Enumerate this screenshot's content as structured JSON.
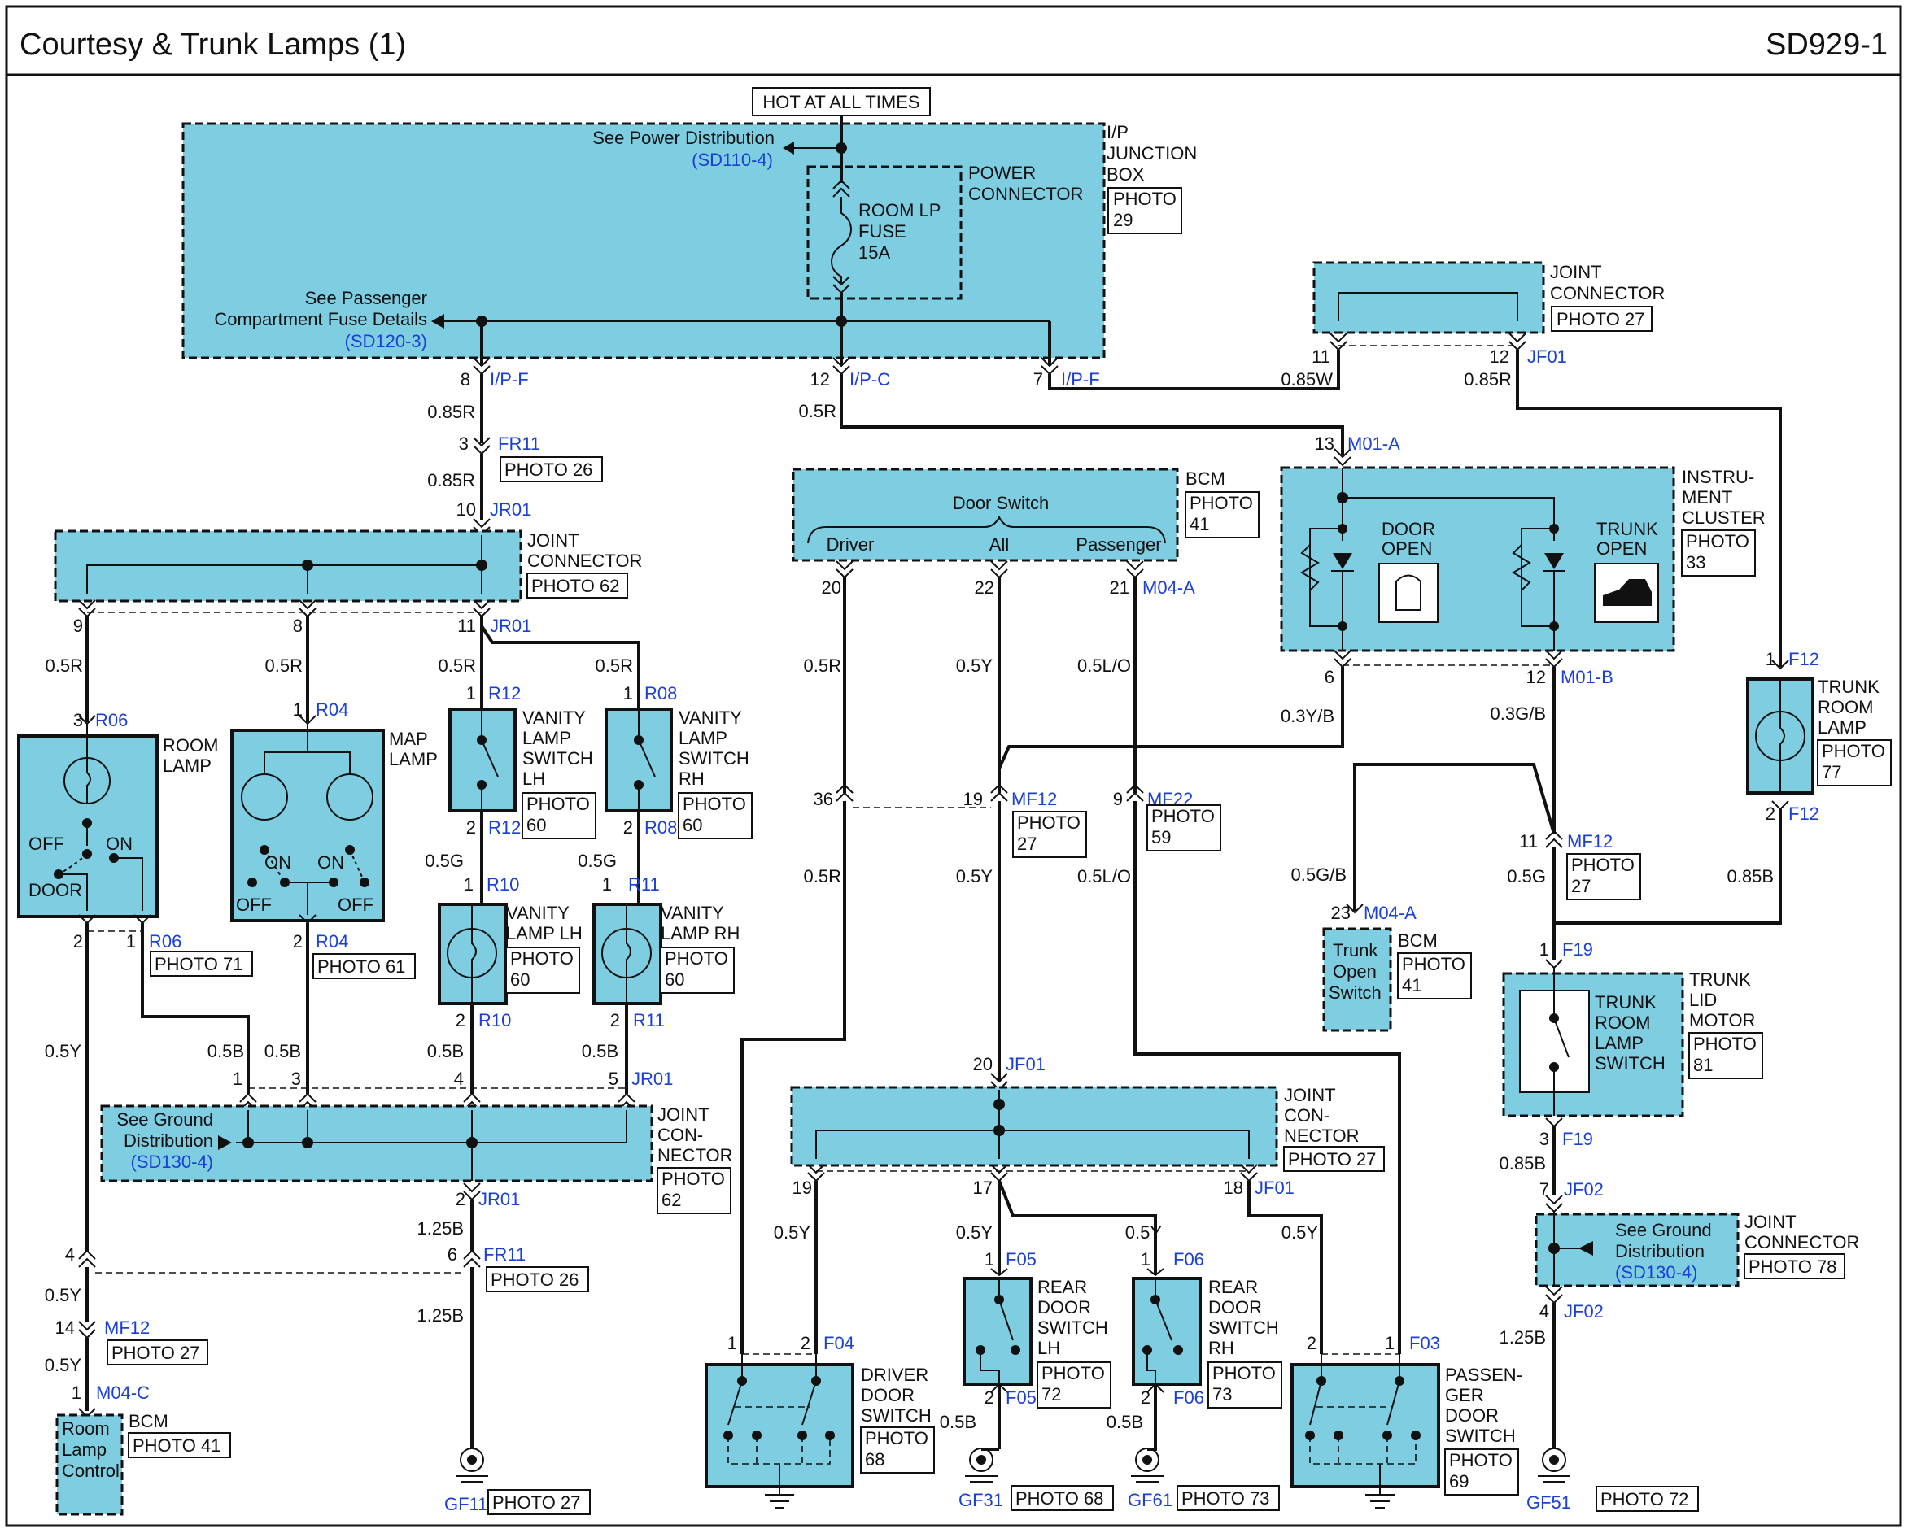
{
  "header": {
    "title": "Courtesy & Trunk Lamps (1)",
    "code": "SD929-1"
  },
  "power": {
    "hot": "HOT AT ALL TIMES",
    "see_power": "See Power Distribution",
    "see_power_ref": "(SD110-4)"
  },
  "ipjb": {
    "name": "I/P JUNCTION BOX",
    "photo": "PHOTO 29",
    "power_connector": "POWER CONNECTOR",
    "fuse": "ROOM LP FUSE 15A",
    "see_passenger": "See Passenger",
    "see_passenger2": "Compartment Fuse Details",
    "see_passenger_ref": "(SD120-3)"
  },
  "labels": {
    "ipf": "I/P-F",
    "ipc": "I/P-C",
    "fr11": "FR11",
    "jr01": "JR01",
    "jf01": "JF01",
    "m01a": "M01-A",
    "m01b": "M01-B",
    "m04a": "M04-A",
    "m04c": "M04-C",
    "mf12": "MF12",
    "mf22": "MF22",
    "r06": "R06",
    "r04": "R04",
    "r12": "R12",
    "r08": "R08",
    "r10": "R10",
    "r11": "R11",
    "f12": "F12",
    "f19": "F19",
    "jf02": "JF02",
    "f04": "F04",
    "f05": "F05",
    "f06": "F06",
    "f03": "F03"
  },
  "wires": {
    "w085r": "0.85R",
    "w05r": "0.5R",
    "w05y": "0.5Y",
    "w05b": "0.5B",
    "w05g": "0.5G",
    "w125b": "1.25B",
    "w05lo": "0.5L/O",
    "w085w": "0.85W",
    "w03yb": "0.3Y/B",
    "w03gb": "0.3G/B",
    "w05gb": "0.5G/B",
    "w085b": "0.85B"
  },
  "components": {
    "joint": "JOINT CONNECTOR",
    "joint_b": "JOINT CON-NECTOR",
    "bcm": "BCM",
    "door_switch": "Door Switch",
    "driver": "Driver",
    "all": "All",
    "passenger": "Passenger",
    "cluster": "INSTRU-MENT CLUSTER",
    "door_open": "DOOR OPEN",
    "trunk_open": "TRUNK OPEN",
    "room_lamp": "ROOM LAMP",
    "map_lamp": "MAP LAMP",
    "off": "OFF",
    "on": "ON",
    "door": "DOOR",
    "vs_lh": "VANITY LAMP SWITCH LH",
    "vs_rh": "VANITY LAMP SWITCH RH",
    "vl_lh": "VANITY LAMP LH",
    "vl_rh": "VANITY LAMP RH",
    "trunk_room_lamp": "TRUNK ROOM LAMP",
    "trunk_lid_motor": "TRUNK LID MOTOR",
    "trunk_room_switch": "TRUNK ROOM LAMP SWITCH",
    "trunk_open_switch": "Trunk Open Switch",
    "room_lamp_control": "Room Lamp Control",
    "see_ground": "See Ground",
    "distribution": "Distribution",
    "see_ground_ref": "(SD130-4)",
    "driver_door": "DRIVER DOOR SWITCH",
    "rear_lh": "REAR DOOR SWITCH LH",
    "rear_rh": "REAR DOOR SWITCH RH",
    "pass_door": "PASSEN-GER DOOR SWITCH"
  },
  "photos": {
    "p26": "PHOTO 26",
    "p27": "PHOTO 27",
    "p33": "PHOTO 33",
    "p41": "PHOTO 41",
    "p59": "PHOTO 59",
    "p60": "PHOTO 60",
    "p61": "PHOTO 61",
    "p62": "PHOTO 62",
    "p68": "PHOTO 68",
    "p69": "PHOTO 69",
    "p71": "PHOTO 71",
    "p72": "PHOTO 72",
    "p73": "PHOTO 73",
    "p77": "PHOTO 77",
    "p78": "PHOTO 78",
    "p81": "PHOTO 81"
  },
  "grounds": {
    "gf11": "GF11",
    "gf31": "GF31",
    "gf61": "GF61",
    "gf51": "GF51"
  },
  "pins": [
    "1",
    "2",
    "3",
    "4",
    "5",
    "6",
    "7",
    "8",
    "9",
    "10",
    "11",
    "12",
    "13",
    "14",
    "17",
    "18",
    "19",
    "20",
    "21",
    "22",
    "23",
    "36"
  ]
}
